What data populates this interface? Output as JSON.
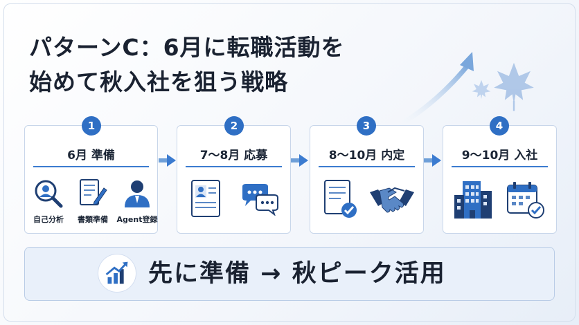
{
  "title": {
    "line1": "パターンC：6月に転職活動を",
    "line2": "始めて秋入社を狙う戦略"
  },
  "steps": [
    {
      "number": "1",
      "title": "6月 準備",
      "items": [
        "自己分析",
        "書類準備",
        "Agent登録"
      ]
    },
    {
      "number": "2",
      "title": "7〜8月 応募"
    },
    {
      "number": "3",
      "title": "8〜10月 内定"
    },
    {
      "number": "4",
      "title": "9〜10月 入社"
    }
  ],
  "banner": {
    "text": "先に準備 → 秋ピーク活用"
  },
  "colors": {
    "accent": "#2f6fc4",
    "navy": "#1f3f73",
    "light": "#e9f0fa"
  },
  "icons": [
    "search-person-icon",
    "document-pen-icon",
    "agent-person-icon",
    "resume-icon",
    "chat-bubbles-icon",
    "document-check-icon",
    "handshake-icon",
    "office-building-icon",
    "calendar-check-icon",
    "growth-chart-icon",
    "maple-leaf-icon"
  ]
}
